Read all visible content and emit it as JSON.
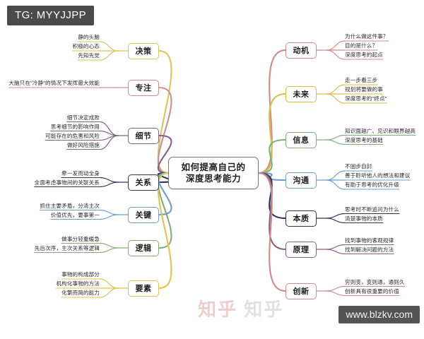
{
  "badge": {
    "text": "TG: MYYJJPP"
  },
  "watermark": {
    "url": "www.blzkv.com",
    "ghost_left": "知乎",
    "ghost_right": "知乎"
  },
  "center": {
    "line1": "如何提高自己的",
    "line2": "深度思考能力"
  },
  "colors": {
    "decision": "#d9c55a",
    "focus": "#d08d8d",
    "detail": "#8a5f84",
    "relation": "#2f3a5c",
    "key": "#6e9dc9",
    "logic": "#86ae74",
    "element": "#e0c44f",
    "motive": "#cf8b8b",
    "future": "#d9bc44",
    "info": "#7db07a",
    "communicate": "#6f9cc8",
    "essence": "#2f3553",
    "principle": "#8a5f84",
    "innovation": "#cf8b8b"
  },
  "left_branches": [
    {
      "label": "决策",
      "color": "#d9c55a",
      "leaves": [
        "静的头脑",
        "积极的心态",
        "先知先觉"
      ]
    },
    {
      "label": "专注",
      "color": "#d08d8d",
      "leaves": [
        "大脑只在\"冷静\"的情况下发挥最大效能"
      ]
    },
    {
      "label": "细节",
      "color": "#8a5f84",
      "leaves": [
        "细节决定成败",
        "思考细节的影响作用",
        "可能存在的危害和风险",
        "做好风险措施"
      ]
    },
    {
      "label": "关系",
      "color": "#2f3a5c",
      "leaves": [
        "牵一发而动全身",
        "全面考虑事物间的关联关系"
      ]
    },
    {
      "label": "关键",
      "color": "#6e9dc9",
      "leaves": [
        "抓住主要矛盾，分清主次",
        "价值优先，要事第一"
      ]
    },
    {
      "label": "逻辑",
      "color": "#86ae74",
      "leaves": [
        "做事分轻重缓急",
        "先后次序，主次关系等逻辑"
      ]
    },
    {
      "label": "要素",
      "color": "#e0c44f",
      "leaves": [
        "事物的构成部分",
        "机构化事物的方法",
        "化繁而简的能力"
      ]
    }
  ],
  "right_branches": [
    {
      "label": "动机",
      "color": "#cf8b8b",
      "leaves": [
        "为什么做这件事？",
        "目的是什么？",
        "深度思考的起点"
      ]
    },
    {
      "label": "未来",
      "color": "#d9bc44",
      "leaves": [
        "走一步看三步",
        "规划将要做的事",
        "深度思考的\"终点\""
      ]
    },
    {
      "label": "信息",
      "color": "#7db07a",
      "leaves": [
        "知识面越广、见识和眼界越高",
        "深度思考的基础"
      ]
    },
    {
      "label": "沟通",
      "color": "#6f9cc8",
      "leaves": [
        "不固步自封",
        "善于聆听他人的想法和建议",
        "有助于思考的优化升级"
      ]
    },
    {
      "label": "本质",
      "color": "#2f3553",
      "leaves": [
        "思考时不断追问为什么",
        "清楚事物的本质"
      ]
    },
    {
      "label": "原理",
      "color": "#8a5f84",
      "leaves": [
        "找到事物的客观规律",
        "找到解决问题的方法"
      ]
    },
    {
      "label": "创新",
      "color": "#cf8b8b",
      "leaves": [
        "穷则变，变则通，通则久",
        "创新具有很重要的价值"
      ]
    }
  ]
}
